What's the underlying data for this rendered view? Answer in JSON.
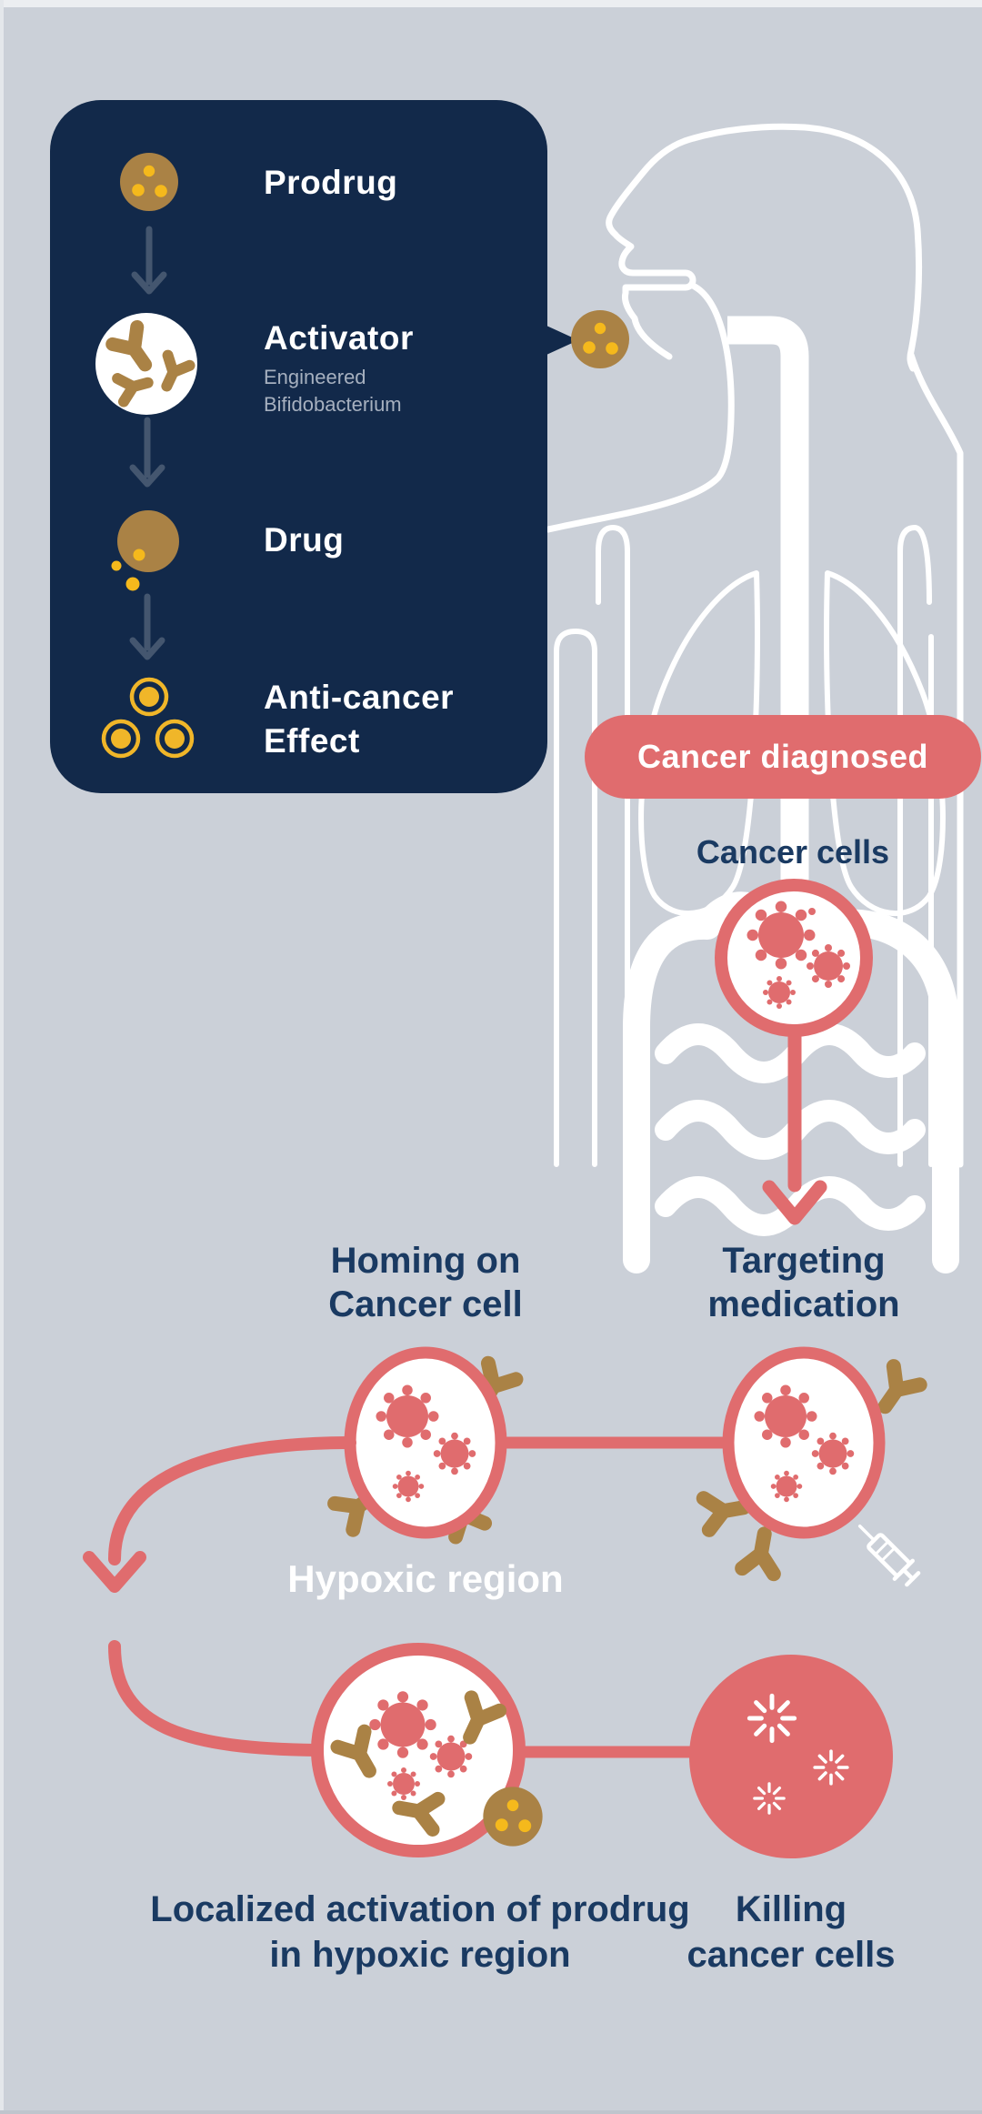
{
  "palette": {
    "background": "#cbd0d8",
    "panel_navy": "#12294a",
    "accent_salmon": "#e06c6e",
    "antibody_brown": "#aa8245",
    "dot_yellow": "#f5b91c",
    "effect_yellow": "#f0b629",
    "text_navy": "#1a3a62",
    "body_outline_white": "#ffffff",
    "panel_arrow_slate": "#44566f",
    "sub_text_gray": "#a6b0bf"
  },
  "legend": {
    "items": [
      {
        "label": "Prodrug"
      },
      {
        "label": "Activator",
        "sublabel_line1": "Engineered",
        "sublabel_line2": "Bifidobacterium"
      },
      {
        "label": "Drug"
      },
      {
        "label_line1": "Anti-cancer",
        "label_line2": "Effect"
      }
    ]
  },
  "banner": {
    "label": "Cancer diagnosed"
  },
  "flow": {
    "cancer_cells_label": "Cancer cells",
    "homing_line1": "Homing on",
    "homing_line2": "Cancer cell",
    "targeting_line1": "Targeting",
    "targeting_line2": "medication",
    "hypoxic_label": "Hypoxic region",
    "localized_line1": "Localized activation of prodrug",
    "localized_line2": "in hypoxic region",
    "killing_line1": "Killing",
    "killing_line2": "cancer cells"
  }
}
